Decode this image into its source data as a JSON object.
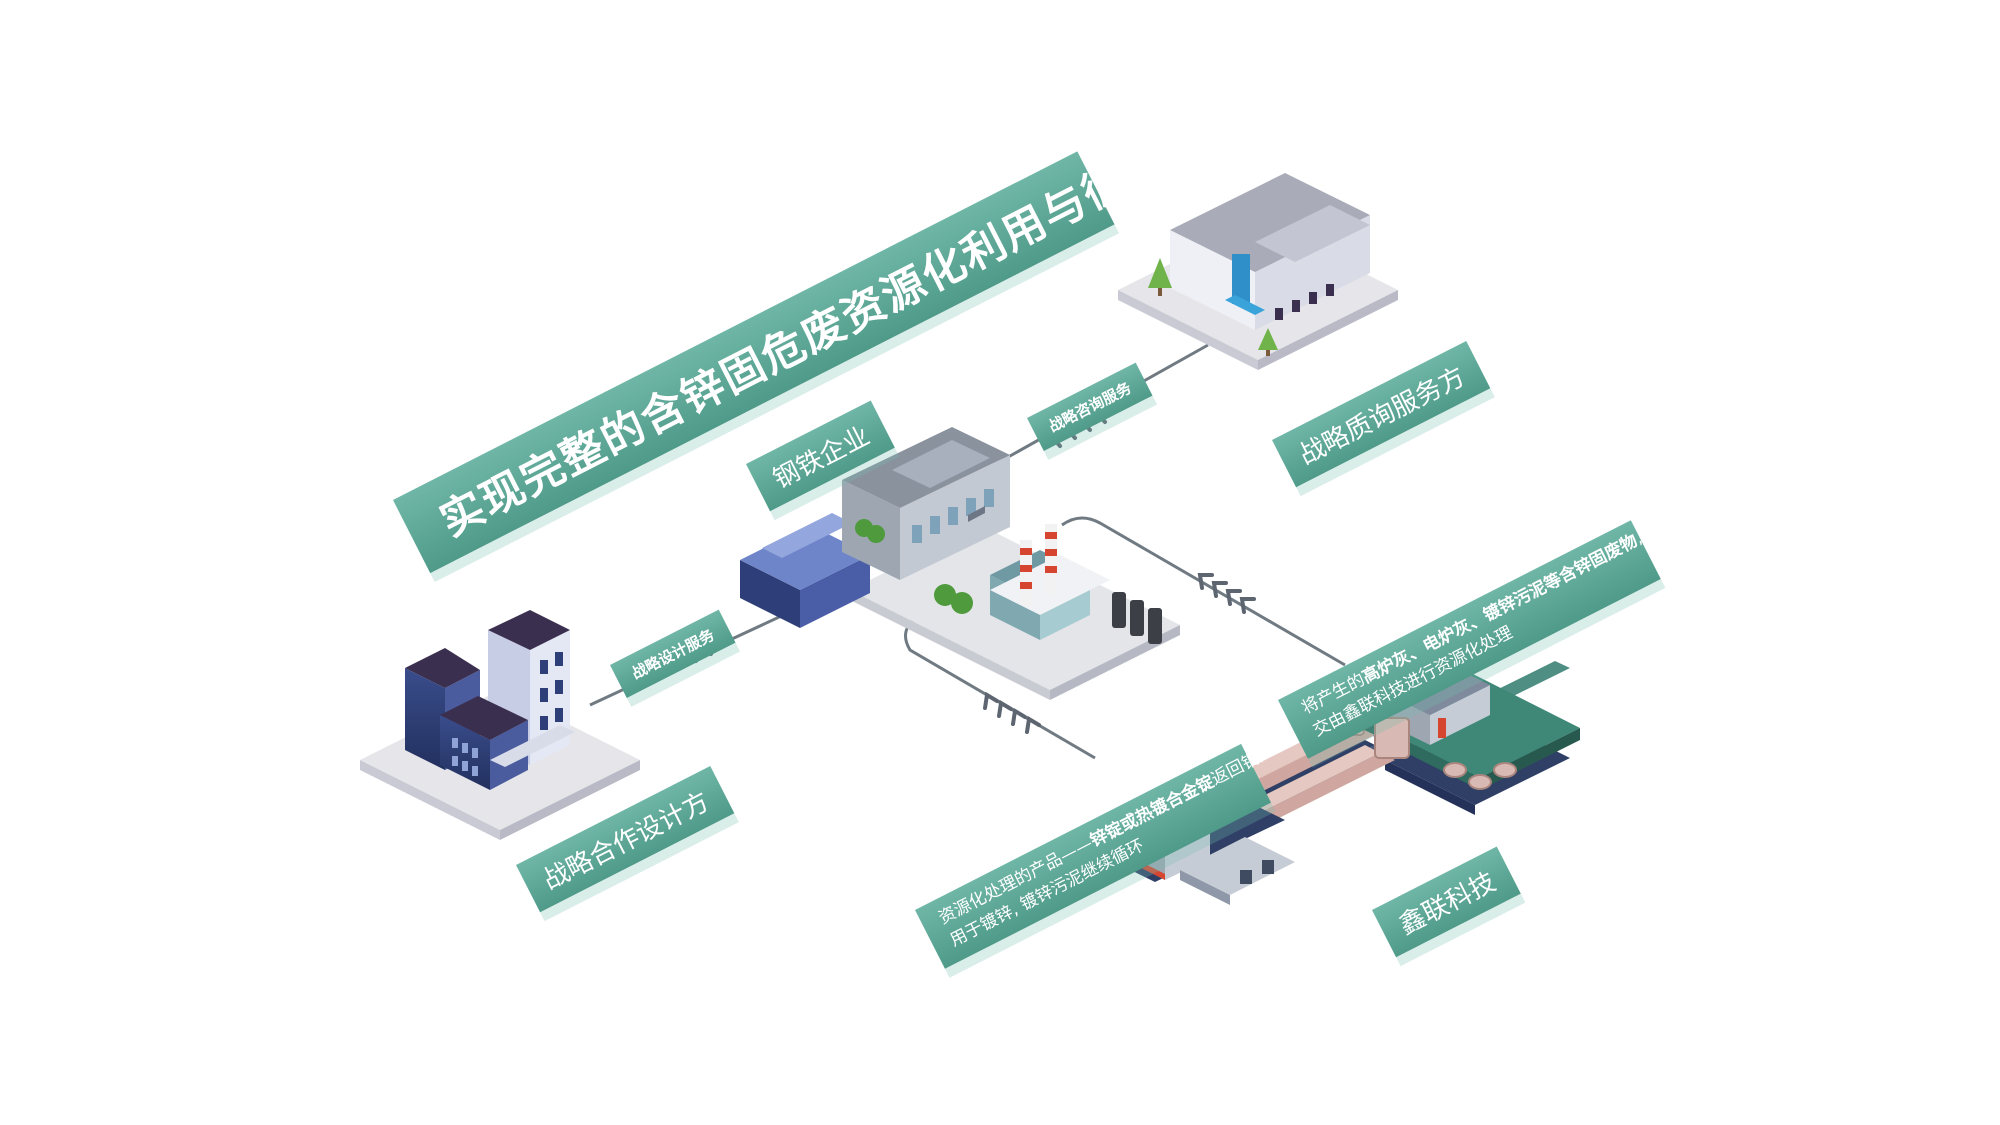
{
  "title": "实现完整的含锌固危废资源化利用与循环经济",
  "nodes": {
    "steel": {
      "label": "钢铁企业"
    },
    "design": {
      "label": "战略合作设计方"
    },
    "consult": {
      "label": "战略质询服务方"
    },
    "xinlian": {
      "label": "鑫联科技"
    }
  },
  "links": {
    "design_service": "战略设计服务",
    "consult_service": "战略咨询服务"
  },
  "notes": {
    "waste": {
      "p1": "将产生的",
      "h1": "高炉灰、电炉灰、镀锌污泥等含锌固废物",
      "p2": ",",
      "line2": "交由鑫联科技进行资源化处理"
    },
    "product": {
      "p1": "资源化处理的产品——",
      "h1": "锌锭或热镀合金锭",
      "p2": "返回钢厂",
      "line2": "用于镀锌, 镀锌污泥继续循环"
    }
  },
  "colors": {
    "banner_top": "#6fb6a6",
    "banner_bottom": "#4f9a89",
    "connector": "#707a82",
    "arrow": "#5d6570",
    "building_navy": "#2e3e78",
    "ground": "#e6e6ea",
    "pipe_pink": "#e6c8c2"
  },
  "icons": [
    "design-building-icon",
    "consult-building-icon",
    "steel-plant-icon",
    "recycling-plant-icon",
    "arrow-chevron-icon"
  ]
}
